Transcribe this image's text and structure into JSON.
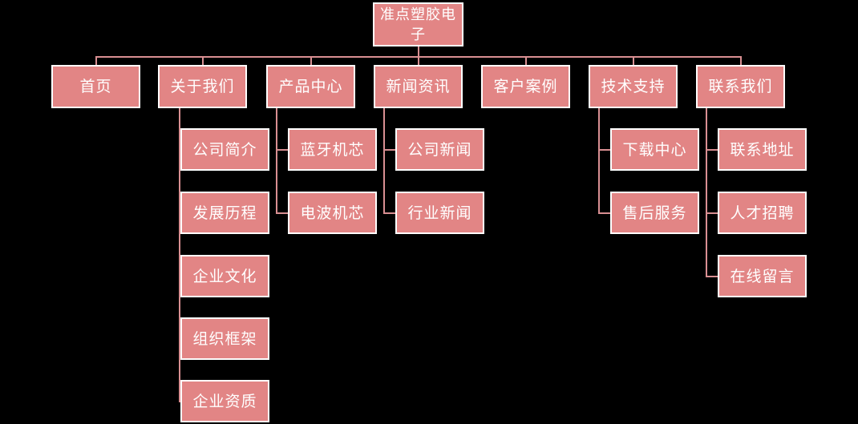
{
  "diagram": {
    "title": "准点塑胶电子",
    "type": "sitemap-tree",
    "colors": {
      "background": "#000000",
      "node_fill": "#e28585",
      "node_border": "#ffffff",
      "node_text": "#ffffff",
      "connector": "#d98f92"
    },
    "root": {
      "label": "准点塑胶电子"
    },
    "level1": [
      {
        "label": "首页"
      },
      {
        "label": "关于我们"
      },
      {
        "label": "产品中心"
      },
      {
        "label": "新闻资讯"
      },
      {
        "label": "客户案例"
      },
      {
        "label": "技术支持"
      },
      {
        "label": "联系我们"
      }
    ],
    "about_children": [
      {
        "label": "公司简介"
      },
      {
        "label": "发展历程"
      },
      {
        "label": "企业文化"
      },
      {
        "label": "组织框架"
      },
      {
        "label": "企业资质"
      }
    ],
    "product_children": [
      {
        "label": "蓝牙机芯"
      },
      {
        "label": "电波机芯"
      }
    ],
    "news_children": [
      {
        "label": "公司新闻"
      },
      {
        "label": "行业新闻"
      }
    ],
    "support_children": [
      {
        "label": "下载中心"
      },
      {
        "label": "售后服务"
      }
    ],
    "contact_children": [
      {
        "label": "联系地址"
      },
      {
        "label": "人才招聘"
      },
      {
        "label": "在线留言"
      }
    ]
  }
}
